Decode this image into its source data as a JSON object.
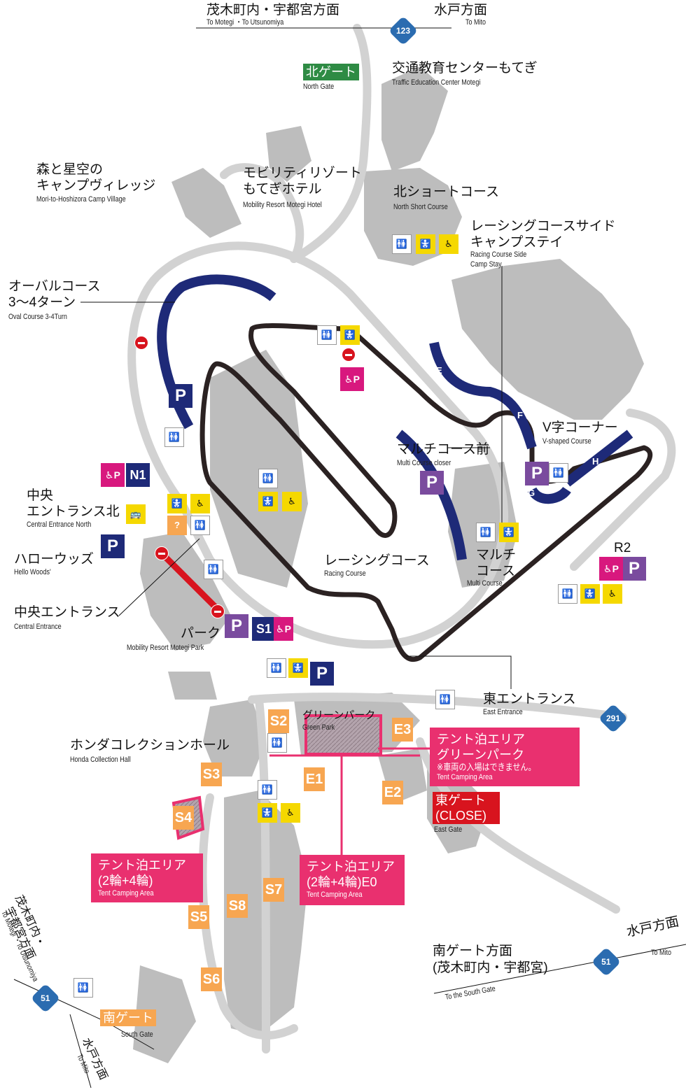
{
  "routes": {
    "r123": "123",
    "r291": "291",
    "r51": "51"
  },
  "directions": {
    "motegi_jp": "茂木町内・宇都宮方面",
    "motegi_en": "To Motegi ・To Utsunomiya",
    "mito_jp": "水戸方面",
    "mito_en": "To Mito",
    "south_gate_jp": "南ゲート方面",
    "south_gate_jp2": "(茂木町内・宇都宮)",
    "south_gate_en": "To the South Gate",
    "motegi_west_jp1": "茂木町内・",
    "motegi_west_jp2": "宇都宮方面",
    "motegi_west_en": "To Motegi ・To Utsunomiya"
  },
  "gates": {
    "north_jp": "北ゲート",
    "north_en": "North Gate",
    "east_jp": "東ゲート",
    "east_close": "(CLOSE)",
    "east_en": "East Gate",
    "south_jp": "南ゲート",
    "south_en": "South Gate"
  },
  "places": {
    "traffic_jp": "交通教育センターもてぎ",
    "traffic_en": "Traffic Education Center Motegi",
    "camp_village_jp1": "森と星空の",
    "camp_village_jp2": "キャンプヴィレッジ",
    "camp_village_en": "Mori-to-Hoshizora Camp Village",
    "hotel_jp1": "モビリティリゾート",
    "hotel_jp2": "もてぎホテル",
    "hotel_en": "Mobility Resort Motegi Hotel",
    "north_short_jp": "北ショートコース",
    "north_short_en": "North Short Course",
    "camp_stay_jp1": "レーシングコースサイド",
    "camp_stay_jp2": "キャンプステイ",
    "camp_stay_en1": "Racing Course Side",
    "camp_stay_en2": "Camp Stay",
    "oval_jp1": "オーバルコース",
    "oval_jp2": "3〜4ターン",
    "oval_en": "Oval Course 3-4Turn",
    "multi_closer_jp": "マルチコース前",
    "multi_closer_en": "Multi Course closer",
    "v_corner_jp": "V字コーナー",
    "v_corner_en": "V-shaped Course",
    "central_north_jp1": "中央",
    "central_north_jp2": "エントランス北",
    "central_north_en": "Central Entrance North",
    "hello_woods_jp": "ハローウッズ",
    "hello_woods_en": "Hello Woods'",
    "racing_jp": "レーシングコース",
    "racing_en": "Racing Course",
    "multi_jp1": "マルチ",
    "multi_jp2": "コース",
    "multi_en": "Multi Course",
    "r2": "R2",
    "central_jp": "中央エントランス",
    "central_en": "Central Entrance",
    "park_jp": "パーク",
    "park_en": "Mobility Resort Motegi Park",
    "east_entrance_jp": "東エントランス",
    "east_entrance_en": "East Entrance",
    "green_park_jp": "グリーンパーク",
    "green_park_en": "Green Park",
    "honda_jp": "ホンダコレクションホール",
    "honda_en": "Honda Collection Hall"
  },
  "tents": {
    "green_jp1": "テント泊エリア",
    "green_jp2": "グリーンパーク",
    "green_note": "※車両の入場はできません。",
    "s4_jp1": "テント泊エリア",
    "s4_jp2": "(2輪+4輪)",
    "e0_jp1": "テント泊エリア",
    "e0_jp2": "(2輪+4輪)E0",
    "en": "Tent Camping Area"
  },
  "zones": {
    "s2": "S2",
    "s3": "S3",
    "s4": "S4",
    "s5": "S5",
    "s6": "S6",
    "s7": "S7",
    "s8": "S8",
    "e1": "E1",
    "e2": "E2",
    "e3": "E3"
  },
  "parking": {
    "p": "P",
    "n1": "N1",
    "s1": "S1",
    "accessible": "♿P"
  },
  "letters": {
    "e": "E",
    "f": "F",
    "g": "G",
    "h": "H"
  },
  "icons": {
    "restroom": "🚻",
    "nursing": "🚼",
    "wheelchair": "♿",
    "info": "?",
    "bus": "🚌"
  },
  "colors": {
    "course_navy": "#1e2a78",
    "moto_violet": "#7a4b9e",
    "accessible_magenta": "#d8187e",
    "zone_orange": "#f7a651",
    "tent_pink": "#e9306f",
    "north_gate_green": "#2e8b44",
    "east_gate_red": "#d8141e",
    "route_blue": "#2b6cb0"
  }
}
